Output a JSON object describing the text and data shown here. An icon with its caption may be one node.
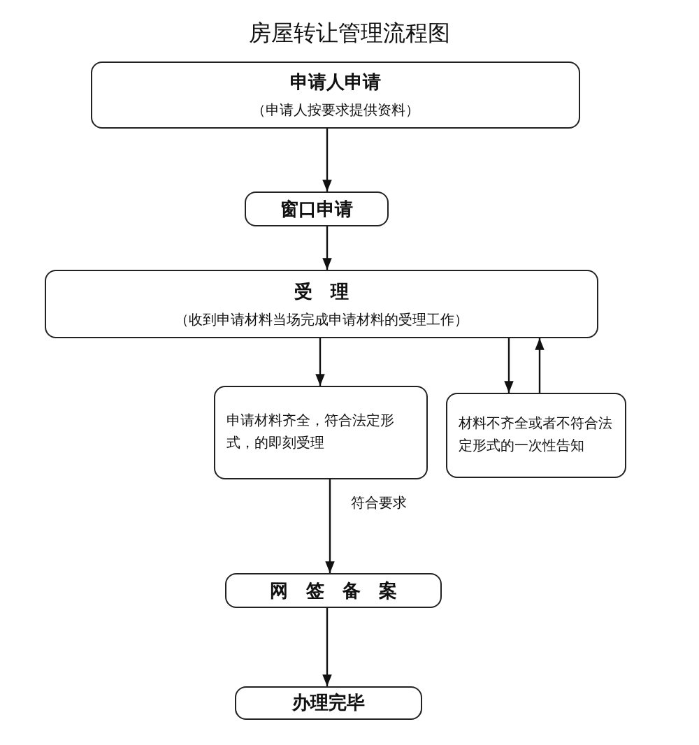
{
  "diagram": {
    "title": "房屋转让管理流程图",
    "nodes": [
      {
        "text": [
          "申请人申请",
          "（申请人按要求提供资料）"
        ]
      },
      {
        "text": [
          "窗口申请"
        ]
      },
      {
        "text": [
          "受　理",
          "（收到申请材料当场完成申请材料的受理工作）"
        ]
      },
      {
        "text": [
          "申请材料齐全，符合法定形式，的即刻受理"
        ]
      },
      {
        "text": [
          "材料不齐全或者不符合法定形式的一次性告知"
        ]
      },
      {
        "text": [
          "网　签　备　案"
        ]
      },
      {
        "text": [
          "办理完毕"
        ]
      }
    ],
    "edges": [
      {
        "from": 0,
        "to": 1,
        "arrow": "to"
      },
      {
        "from": 1,
        "to": 2,
        "arrow": "to"
      },
      {
        "from": 2,
        "to": 3,
        "arrow": "to"
      },
      {
        "from": 2,
        "to": 4,
        "arrow": "to"
      },
      {
        "from": 4,
        "to": 2,
        "arrow": "to"
      },
      {
        "from": 3,
        "to": 5,
        "arrow": "to",
        "label": "符合要求"
      },
      {
        "from": 5,
        "to": 6,
        "arrow": "to"
      }
    ]
  }
}
